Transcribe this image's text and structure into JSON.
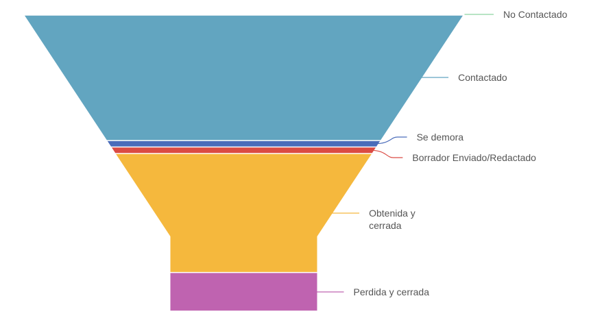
{
  "chart_data": {
    "type": "funnel",
    "title": "",
    "legend": "none",
    "labels_position": "right",
    "stages": [
      {
        "name": "No Contactado",
        "value": 0,
        "color": "#8dd3a0",
        "label_lines": [
          "No Contactado"
        ]
      },
      {
        "name": "Contactado",
        "value": 39,
        "color": "#62a5c0",
        "label_lines": [
          "Contactado"
        ]
      },
      {
        "name": "Se demora",
        "value": 2,
        "color": "#4a6cba",
        "label_lines": [
          "Se demora"
        ]
      },
      {
        "name": "Borrador Enviado/Redactado",
        "value": 2,
        "color": "#db4b43",
        "label_lines": [
          "Borrador Enviado/Redactado"
        ]
      },
      {
        "name": "Obtenida y cerrada",
        "value": 37,
        "color": "#f5b83d",
        "label_lines": [
          "Obtenida y",
          "cerrada"
        ]
      },
      {
        "name": "Perdida y cerrada",
        "value": 12,
        "color": "#bf63b0",
        "label_lines": [
          "Perdida y cerrada"
        ]
      }
    ]
  }
}
